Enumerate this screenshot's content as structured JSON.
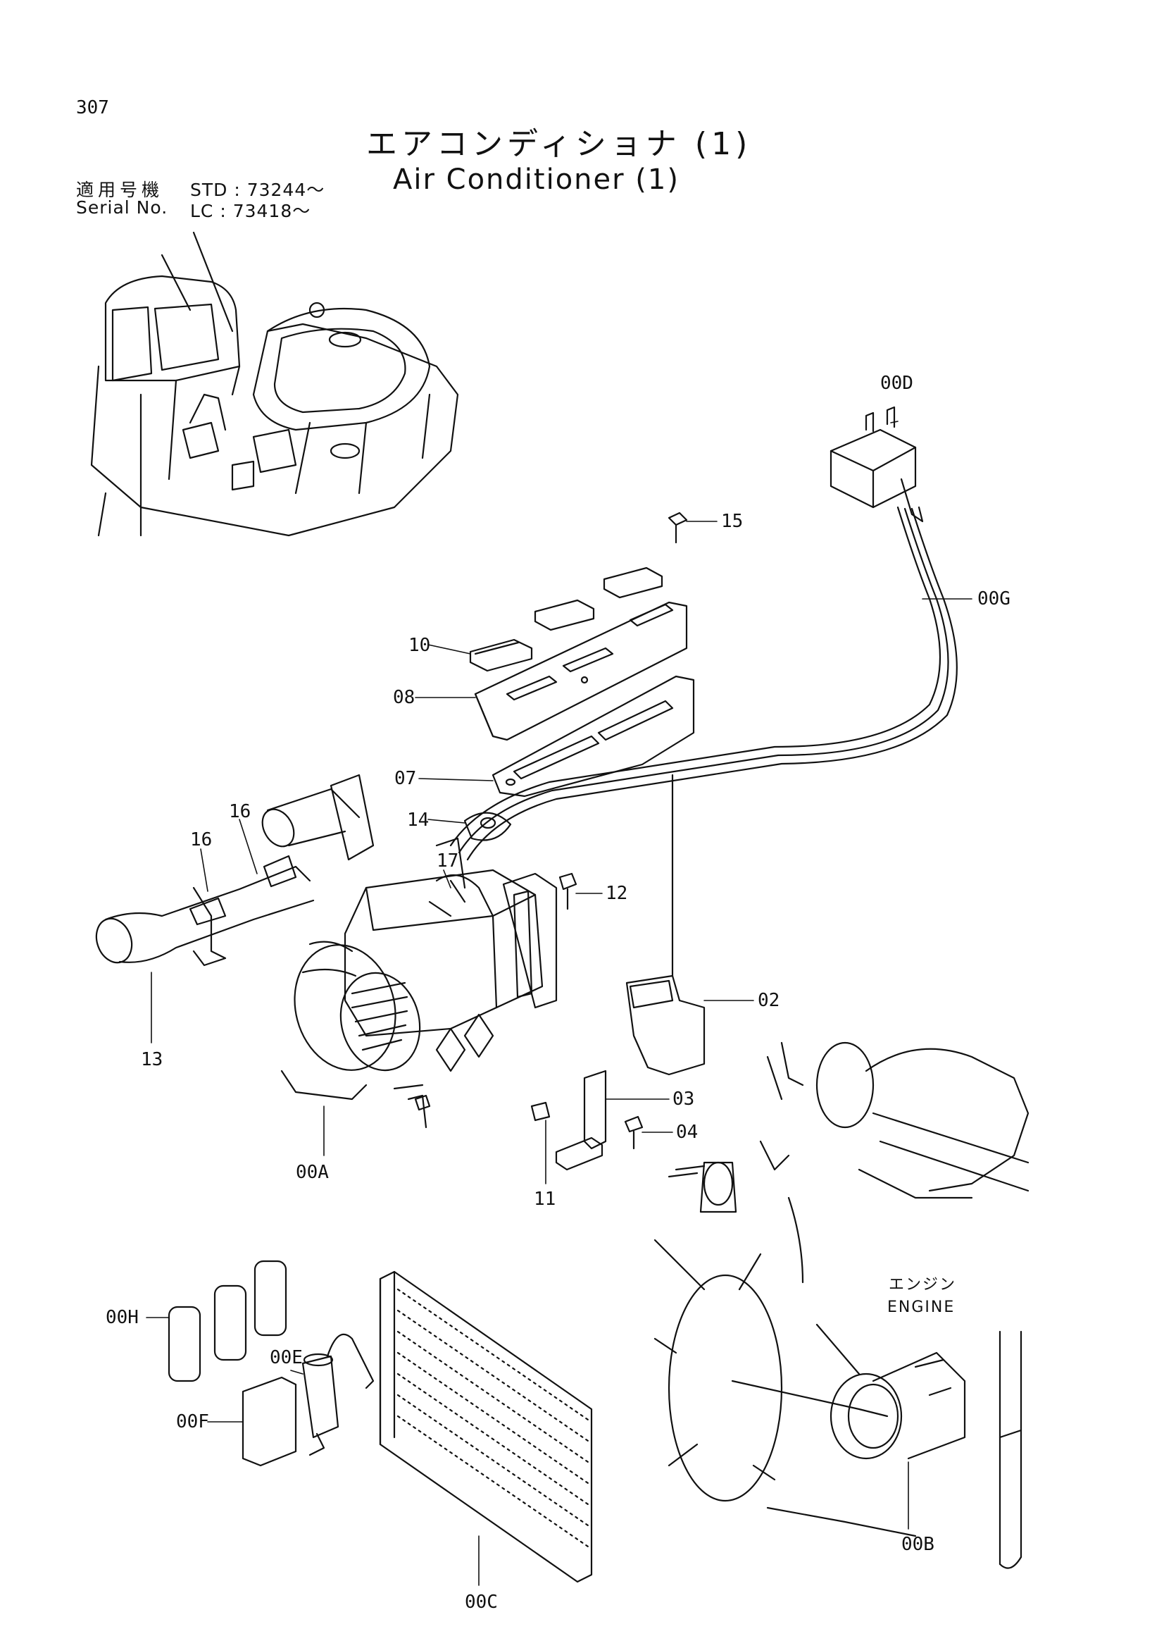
{
  "page": {
    "number": "307",
    "title_ja": "エアコンディショナ (1)",
    "title_en": "Air Conditioner (1)"
  },
  "serial": {
    "label_ja": "適用号機",
    "label_en": "Serial No.",
    "std": "STD : 73244～",
    "lc": "LC   : 73418～"
  },
  "callouts": {
    "p00D": "00D",
    "p15": "15",
    "p00G": "00G",
    "p10": "10",
    "p08": "08",
    "p07": "07",
    "p14": "14",
    "p16a": "16",
    "p16b": "16",
    "p17": "17",
    "p12": "12",
    "p02": "02",
    "p13": "13",
    "p03": "03",
    "p04": "04",
    "p00A": "00A",
    "p11": "11",
    "p00H": "00H",
    "p00E": "00E",
    "p00F": "00F",
    "p00C": "00C",
    "p00B": "00B"
  },
  "engine_label": {
    "ja": "エンジン",
    "en": "ENGINE"
  }
}
